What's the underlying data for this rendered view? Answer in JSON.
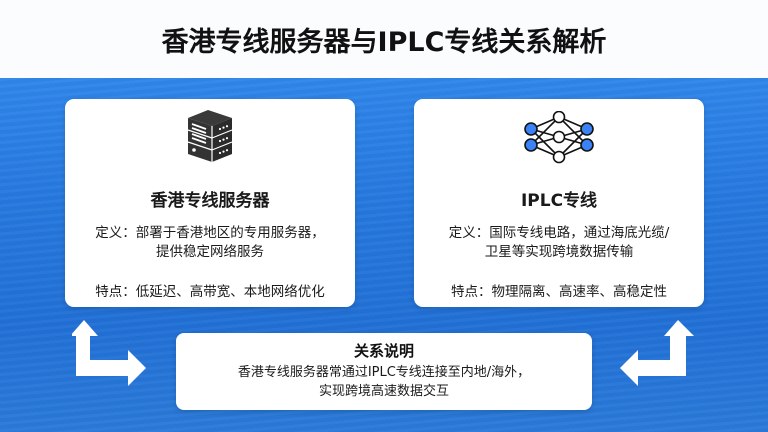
{
  "title": "香港专线服务器与IPLC专线关系解析",
  "colors": {
    "background_blue": "#2678de",
    "accent_node_blue": "#3b82f6",
    "server_icon": "#333333",
    "card_bg": "#ffffff"
  },
  "left_card": {
    "icon": "server-icon",
    "title": "香港专线服务器",
    "definition_line1": "定义：部署于香港地区的专用服务器，",
    "definition_line2": "提供稳定网络服务",
    "features": "特点：低延迟、高带宽、本地网络优化"
  },
  "right_card": {
    "icon": "network-icon",
    "title": "IPLC专线",
    "definition_line1": "定义：国际专线电路，通过海底光缆/",
    "definition_line2": "卫星等实现跨境数据传输",
    "features": "特点：物理隔离、高速率、高稳定性"
  },
  "relation": {
    "title": "关系说明",
    "text_line1": "香港专线服务器常通过IPLC专线连接至内地/海外，",
    "text_line2": "实现跨境高速数据交互"
  },
  "arrows": {
    "left": "corner-arrow-up-right-icon",
    "right": "corner-arrow-up-left-icon"
  }
}
